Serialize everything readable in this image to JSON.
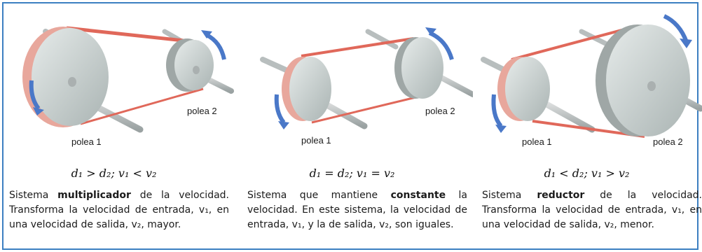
{
  "panels": [
    {
      "pulley_1_label": "polea 1",
      "pulley_2_label": "polea 2",
      "formula": "d₁ > d₂; v₁ < v₂",
      "caption_start": "Sistema ",
      "caption_bold": "multiplicador",
      "caption_end": " de la velocidad. Transforma la velocidad de entrada, v₁, en una velocidad de salida, v₂, mayor."
    },
    {
      "pulley_1_label": "polea 1",
      "pulley_2_label": "polea 2",
      "formula": "d₁ = d₂; v₁ = v₂",
      "caption_start": "Sistema que mantiene ",
      "caption_bold": "constante",
      "caption_end": " la velocidad. En este sistema, la velocidad de entrada, v₁, y la de salida, v₂, son iguales."
    },
    {
      "pulley_1_label": "polea 1",
      "pulley_2_label": "polea 2",
      "formula": "d₁ < d₂; v₁ > v₂",
      "caption_start": "Sistema ",
      "caption_bold": "reductor",
      "caption_end": " de la velocidad. Transforma la velocidad de entrada, v₁, en una velocidad de salida, v₂, menor."
    }
  ],
  "colors": {
    "border": "#3c7fc1",
    "belt": "#e0685a",
    "pulley": "#c9d1d0",
    "arrow": "#4a78c8"
  }
}
